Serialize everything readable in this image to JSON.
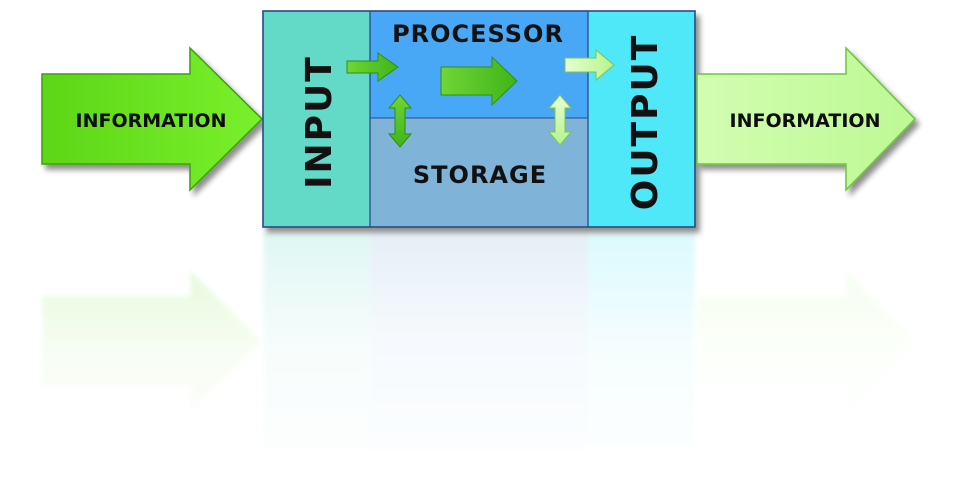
{
  "diagram": {
    "input_arrow_label": "INFORMATION",
    "output_arrow_label": "INFORMATION",
    "input_block_label": "INPUT",
    "processor_label": "PROCESSOR",
    "storage_label": "STORAGE",
    "output_block_label": "OUTPUT"
  },
  "colors": {
    "input_arrow": "#66e01c",
    "output_arrow": "#c8fca2",
    "input_block": "#63d9c8",
    "processor": "#4aa8f6",
    "storage": "#80b3d8",
    "output_block": "#4fe8f8",
    "inner_arrow": "#4fc21e",
    "inner_arrow_light": "#c9f9a8",
    "outline": "#2b4a86"
  },
  "icons": {
    "flow_arrows": "arrow-right-icon",
    "exchange_arrows": "arrow-up-down-icon"
  }
}
